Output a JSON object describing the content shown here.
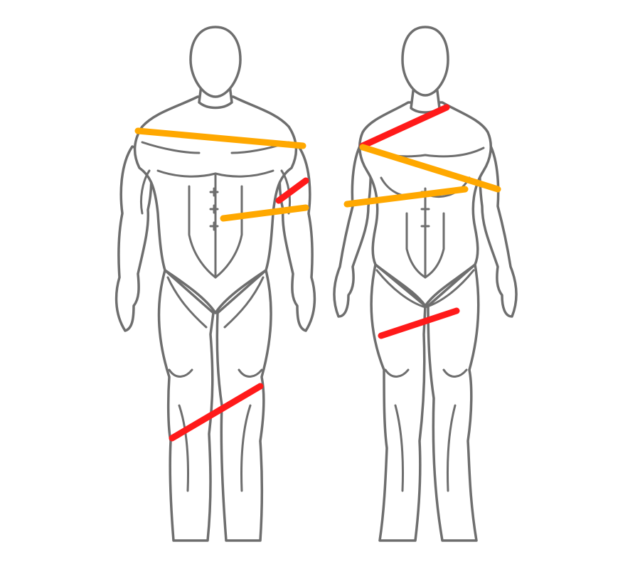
{
  "colors": {
    "outline": "#6e6e6e",
    "background": "#ffffff",
    "severe": "#ff1a1a",
    "moderate": "#ffa800"
  },
  "figures": [
    {
      "id": "male",
      "label": ""
    },
    {
      "id": "female",
      "label": ""
    }
  ],
  "markings": [
    {
      "figure": "male",
      "region": "upper-chest-shoulders",
      "severity": "moderate"
    },
    {
      "figure": "male",
      "region": "left-upper-arm",
      "severity": "severe"
    },
    {
      "figure": "male",
      "region": "left-forearm-abdomen",
      "severity": "moderate"
    },
    {
      "figure": "male",
      "region": "lower-legs",
      "severity": "severe"
    },
    {
      "figure": "female",
      "region": "shoulder-collarbone",
      "severity": "severe"
    },
    {
      "figure": "female",
      "region": "chest-upper-arm",
      "severity": "moderate"
    },
    {
      "figure": "female",
      "region": "abdomen-right-forearm",
      "severity": "moderate"
    },
    {
      "figure": "female",
      "region": "thighs",
      "severity": "severe"
    }
  ]
}
